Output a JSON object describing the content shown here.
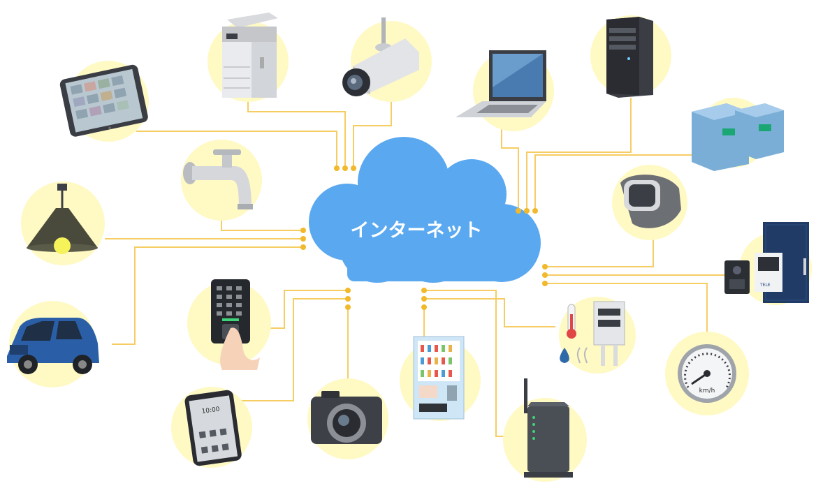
{
  "cloud": {
    "label": "インターネット"
  },
  "colors": {
    "cloud": "#5aa8f0",
    "bubble": "#fff9c4",
    "line": "#f6cd63",
    "dot": "#f2b92c"
  },
  "devices": [
    {
      "id": "tablet"
    },
    {
      "id": "multifunction-printer"
    },
    {
      "id": "security-camera"
    },
    {
      "id": "laptop"
    },
    {
      "id": "server-tower"
    },
    {
      "id": "ticket-gate"
    },
    {
      "id": "smartwatch"
    },
    {
      "id": "faucet"
    },
    {
      "id": "ceiling-lamp"
    },
    {
      "id": "car"
    },
    {
      "id": "keypad-lock"
    },
    {
      "id": "intercom"
    },
    {
      "id": "thermo-hygrometer"
    },
    {
      "id": "speedometer",
      "unit_label": "km/h"
    },
    {
      "id": "smartphone",
      "screen_time": "10:00"
    },
    {
      "id": "digital-camera"
    },
    {
      "id": "vending-machine"
    },
    {
      "id": "wifi-router"
    }
  ]
}
